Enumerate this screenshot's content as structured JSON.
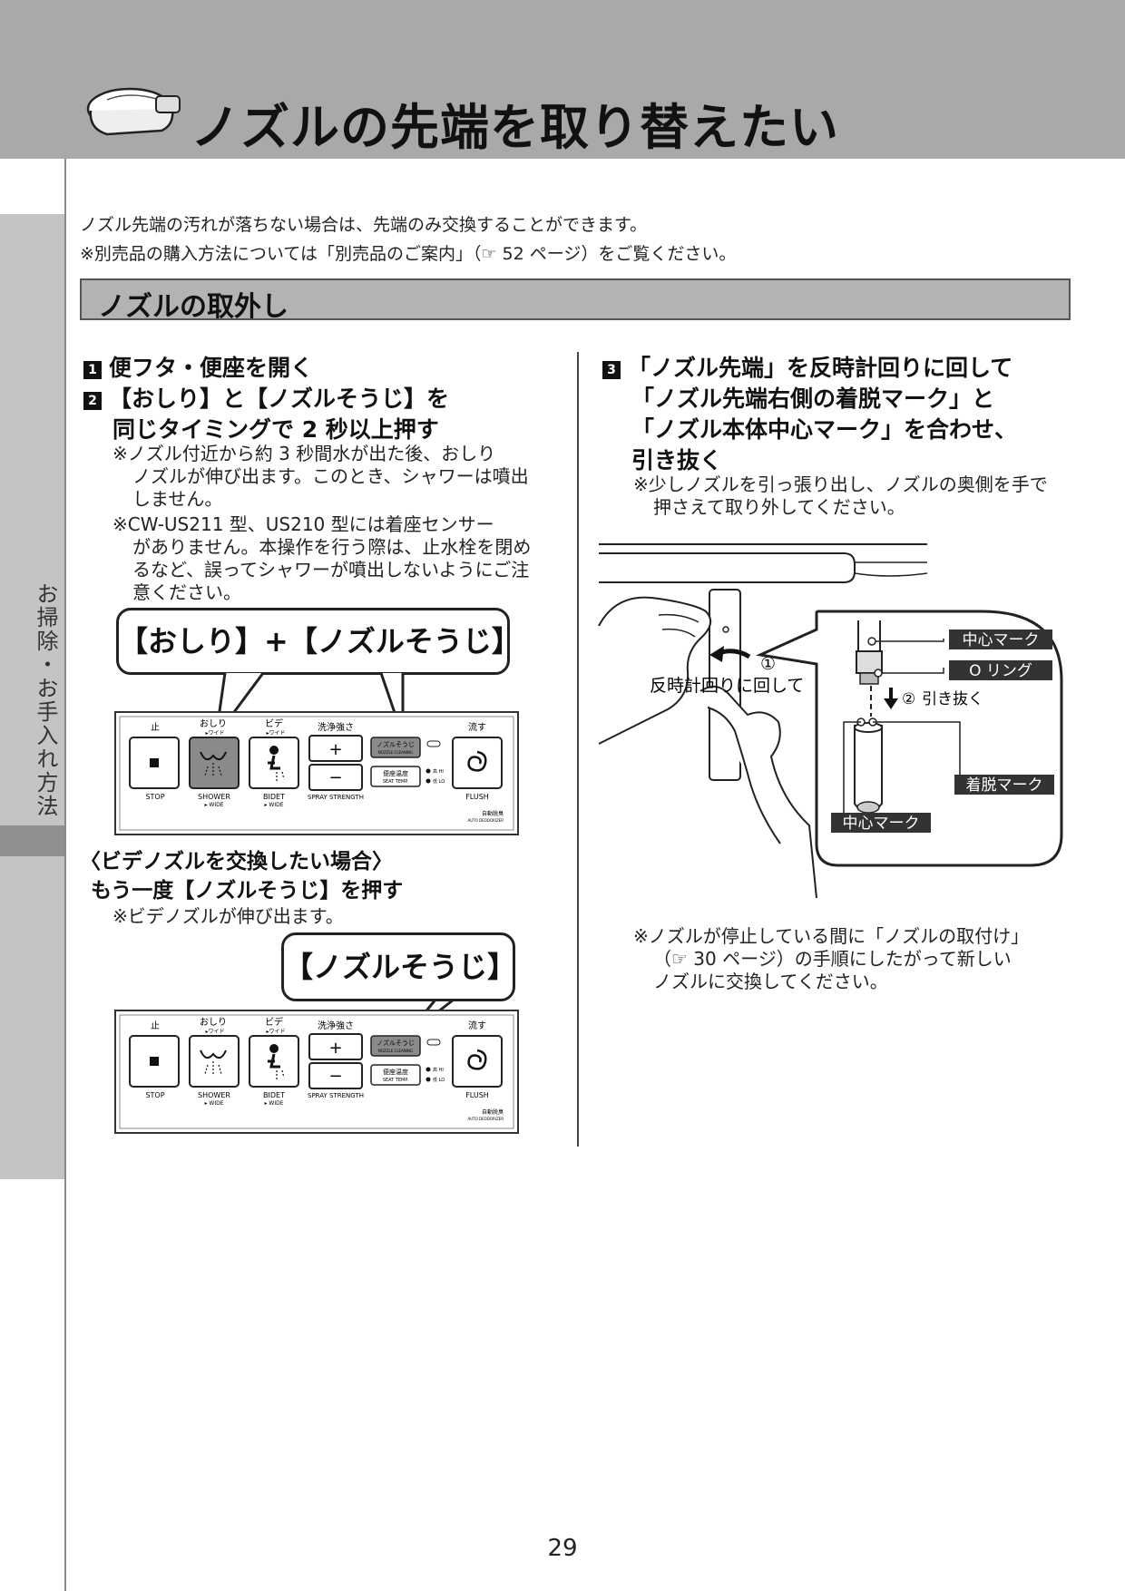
{
  "header": {
    "title": "ノズルの先端を取り替えたい"
  },
  "side_tab": {
    "label": "お掃除・お手入れ方法"
  },
  "intro": {
    "line1": "ノズル先端の汚れが落ちない場合は、先端のみ交換することができます。",
    "line2": "※別売品の購入方法については「別売品のご案内」（☞ 52 ページ）をご覧ください。"
  },
  "section": {
    "title": "ノズルの取外し"
  },
  "steps": {
    "s1": {
      "num": "1",
      "text": "便フタ・便座を開く"
    },
    "s2": {
      "num": "2",
      "line1": "【おしり】と【ノズルそうじ】を",
      "line2": "同じタイミングで 2 秒以上押す"
    },
    "s2_note1": [
      "※ノズル付近から約 3 秒間水が出た後、おしり",
      "ノズルが伸び出ます。このとき、シャワーは噴出",
      "しません。"
    ],
    "s2_note2": [
      "※CW-US211 型、US210 型には着座センサー",
      "がありません。本操作を行う際は、止水栓を閉め",
      "るなど、誤ってシャワーが噴出しないようにご注",
      "意ください。"
    ],
    "s3": {
      "num": "3",
      "line1": "「ノズル先端」を反時計回りに回して",
      "line2": "「ノズル先端右側の着脱マーク」と",
      "line3": "「ノズル本体中心マーク」を合わせ、",
      "line4": "引き抜く"
    },
    "s3_note": [
      "※少しノズルを引っ張り出し、ノズルの奥側を手で",
      "押さえて取り外してください。"
    ]
  },
  "callouts": {
    "c1": "【おしり】+【ノズルそうじ】",
    "c2": "【ノズルそうじ】"
  },
  "bidet": {
    "heading": "〈ビデノズルを交換したい場合〉",
    "step": "もう一度【ノズルそうじ】を押す",
    "note": "※ビデノズルが伸び出ます。"
  },
  "panel": {
    "stop_jp": "止",
    "stop_en": "STOP",
    "oshiri_jp": "おしり",
    "oshiri_sub": "▸ワイド",
    "shower_en": "SHOWER",
    "shower_sub": "▸ WIDE",
    "bide_jp": "ビデ",
    "bide_sub": "▸ワイド",
    "bidet_en": "BIDET",
    "bidet_sub": "▸ WIDE",
    "spray_jp": "洗浄強さ",
    "spray_en": "SPRAY STRENGTH",
    "plus": "+",
    "minus": "−",
    "nozzle_jp": "ノズルそうじ",
    "nozzle_en": "NOZZLE CLEANING",
    "seat_jp": "便座温度",
    "seat_en": "SEAT TEMP.",
    "hi": "高 HI",
    "lo": "低 LO",
    "flush_jp": "流す",
    "flush_en": "FLUSH",
    "deodor_jp": "自動脱臭",
    "deodor_en": "AUTO DEODORIZER"
  },
  "diagram": {
    "rotate_num": "①",
    "rotate_text": "反時計回りに回して",
    "center_mark": "中心マーク",
    "o_ring": "O リング",
    "pull_num": "②",
    "pull_text": "引き抜く",
    "detach_mark": "着脱マーク",
    "center_mark2": "中心マーク"
  },
  "final_note": [
    "※ノズルが停止している間に「ノズルの取付け」",
    "（☞ 30 ページ）の手順にしたがって新しい",
    "ノズルに交換してください。"
  ],
  "page_number": "29"
}
